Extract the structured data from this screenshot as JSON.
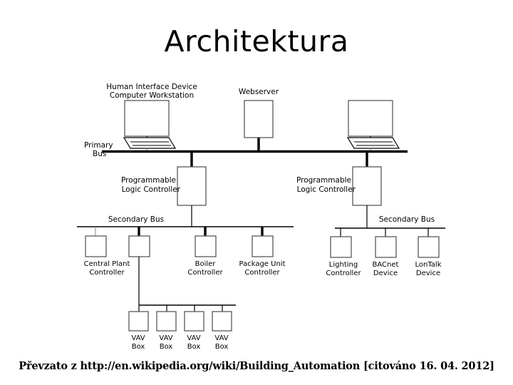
{
  "slide": {
    "title": "Architektura",
    "background_color": "#ffffff",
    "text_color": "#000000",
    "footer": "Převzato z http://en.wikipedia.org/wiki/Building_Automation [citováno 16. 04. 2012]"
  },
  "diagram": {
    "name": "building-automation-architecture",
    "colors": {
      "line": "#000000",
      "box_stroke": "#595959",
      "box_fill": "#ffffff",
      "faint_line": "#9a9a9a"
    },
    "bus_labels": {
      "primary_line1": "Primary",
      "primary_line2": "Bus",
      "secondary_left": "Secondary Bus",
      "secondary_right": "Secondary Bus"
    },
    "top_tier": [
      {
        "id": "workstation-left",
        "icon": "computer-workstation-icon",
        "label_line1": "Human Interface Device",
        "label_line2": "Computer Workstation"
      },
      {
        "id": "webserver",
        "icon": "server-box-icon",
        "label_line1": "Webserver",
        "label_line2": ""
      },
      {
        "id": "workstation-right",
        "icon": "computer-workstation-icon",
        "label_line1": "",
        "label_line2": ""
      }
    ],
    "controllers": [
      {
        "id": "plc-left",
        "label_line1": "Programmable",
        "label_line2": "Logic Controller"
      },
      {
        "id": "plc-right",
        "label_line1": "Programmable",
        "label_line2": "Logic Controller"
      }
    ],
    "left_devices": [
      {
        "id": "central-plant-controller",
        "label_line1": "Central Plant",
        "label_line2": "Controller"
      },
      {
        "id": "unlabeled-controller",
        "label_line1": "",
        "label_line2": ""
      },
      {
        "id": "boiler-controller",
        "label_line1": "Boiler",
        "label_line2": "Controller"
      },
      {
        "id": "package-unit-controller",
        "label_line1": "Package Unit",
        "label_line2": "Controller"
      }
    ],
    "right_devices": [
      {
        "id": "lighting-controller",
        "label_line1": "Lighting",
        "label_line2": "Controller"
      },
      {
        "id": "bacnet-device",
        "label_line1": "BACnet",
        "label_line2": "Device"
      },
      {
        "id": "lontalk-device",
        "label_line1": "LonTalk",
        "label_line2": "Device"
      }
    ],
    "vav_devices": [
      {
        "id": "vav-box-1",
        "label_line1": "VAV",
        "label_line2": "Box"
      },
      {
        "id": "vav-box-2",
        "label_line1": "VAV",
        "label_line2": "Box"
      },
      {
        "id": "vav-box-3",
        "label_line1": "VAV",
        "label_line2": "Box"
      },
      {
        "id": "vav-box-4",
        "label_line1": "VAV",
        "label_line2": "Box"
      }
    ]
  }
}
